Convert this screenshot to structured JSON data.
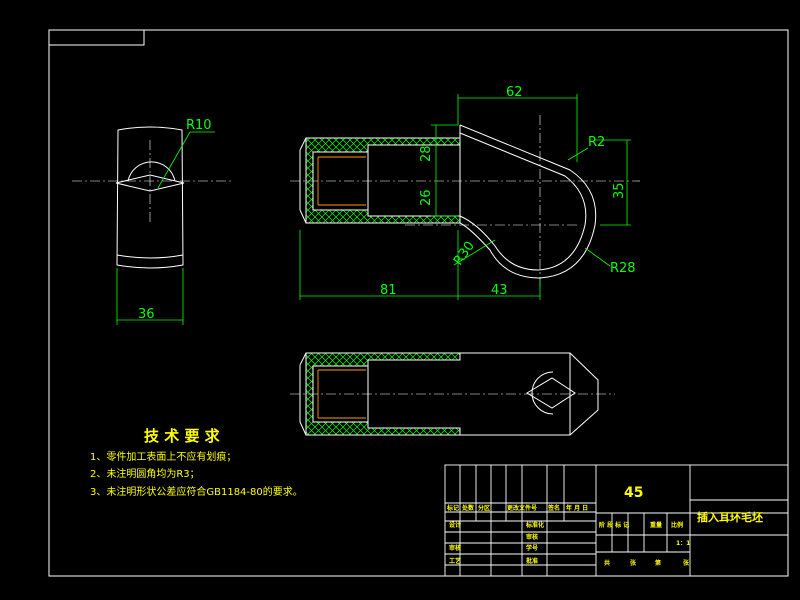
{
  "dimensions": {
    "r10": "R10",
    "d36": "36",
    "d62": "62",
    "r2": "R2",
    "d28": "28",
    "d26": "26",
    "d35": "35",
    "r30": "R30",
    "r28": "R28",
    "d81": "81",
    "d43": "43"
  },
  "notes": {
    "title": "技 术 要 求",
    "items": [
      "1、零件加工表面上不应有划痕；",
      "2、未注明圆角均为R3；",
      "3、未注明形状公差应符合GB1184-80的要求。"
    ]
  },
  "title_block": {
    "material": "45",
    "part_name": "插入耳环毛坯",
    "scale": "1：1",
    "headers": [
      "标记",
      "处数",
      "分区",
      "更改文件号",
      "签名",
      "年 月 日"
    ],
    "roles": [
      "设计",
      "审核",
      "工艺"
    ],
    "mid": [
      "标准化",
      "审核",
      "学号",
      "批准"
    ],
    "stage": [
      "阶 段 标 记",
      "重量",
      "比例"
    ],
    "sheets": [
      "共",
      "张",
      "第",
      "张"
    ]
  },
  "colors": {
    "background": "#000000",
    "frame": "#ffffff",
    "outline": "#ffffff",
    "dimension": "#00ff00",
    "hatch": "#00ff00",
    "thread": "#ff9900",
    "text": "#ffff00"
  }
}
